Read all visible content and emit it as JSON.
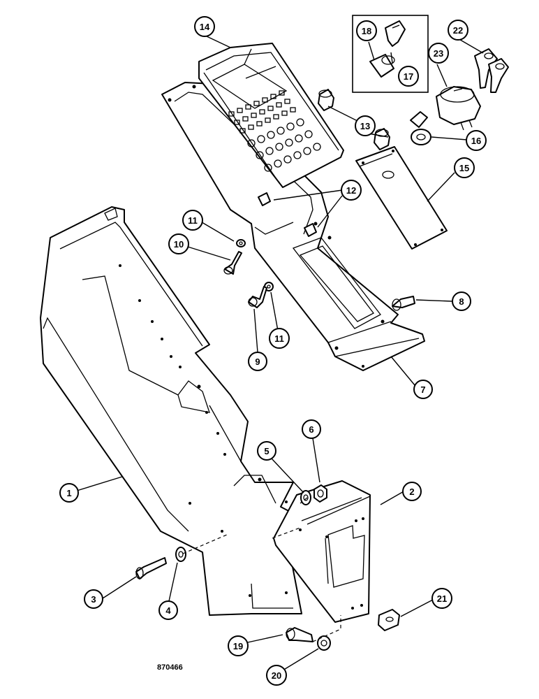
{
  "figure": {
    "reference_code": "870466",
    "colors": {
      "ink": "#000000",
      "paper": "#ffffff"
    }
  },
  "callouts": [
    {
      "id": "1",
      "label": "1"
    },
    {
      "id": "2",
      "label": "2"
    },
    {
      "id": "3",
      "label": "3"
    },
    {
      "id": "4",
      "label": "4"
    },
    {
      "id": "5",
      "label": "5"
    },
    {
      "id": "6",
      "label": "6"
    },
    {
      "id": "7",
      "label": "7"
    },
    {
      "id": "8",
      "label": "8"
    },
    {
      "id": "9",
      "label": "9"
    },
    {
      "id": "10",
      "label": "10"
    },
    {
      "id": "11a",
      "label": "11"
    },
    {
      "id": "11b",
      "label": "11"
    },
    {
      "id": "12",
      "label": "12"
    },
    {
      "id": "13",
      "label": "13"
    },
    {
      "id": "14",
      "label": "14"
    },
    {
      "id": "15",
      "label": "15"
    },
    {
      "id": "16",
      "label": "16"
    },
    {
      "id": "17",
      "label": "17"
    },
    {
      "id": "18",
      "label": "18"
    },
    {
      "id": "19",
      "label": "19"
    },
    {
      "id": "20",
      "label": "20"
    },
    {
      "id": "21",
      "label": "21"
    },
    {
      "id": "22",
      "label": "22"
    },
    {
      "id": "23",
      "label": "23"
    }
  ]
}
